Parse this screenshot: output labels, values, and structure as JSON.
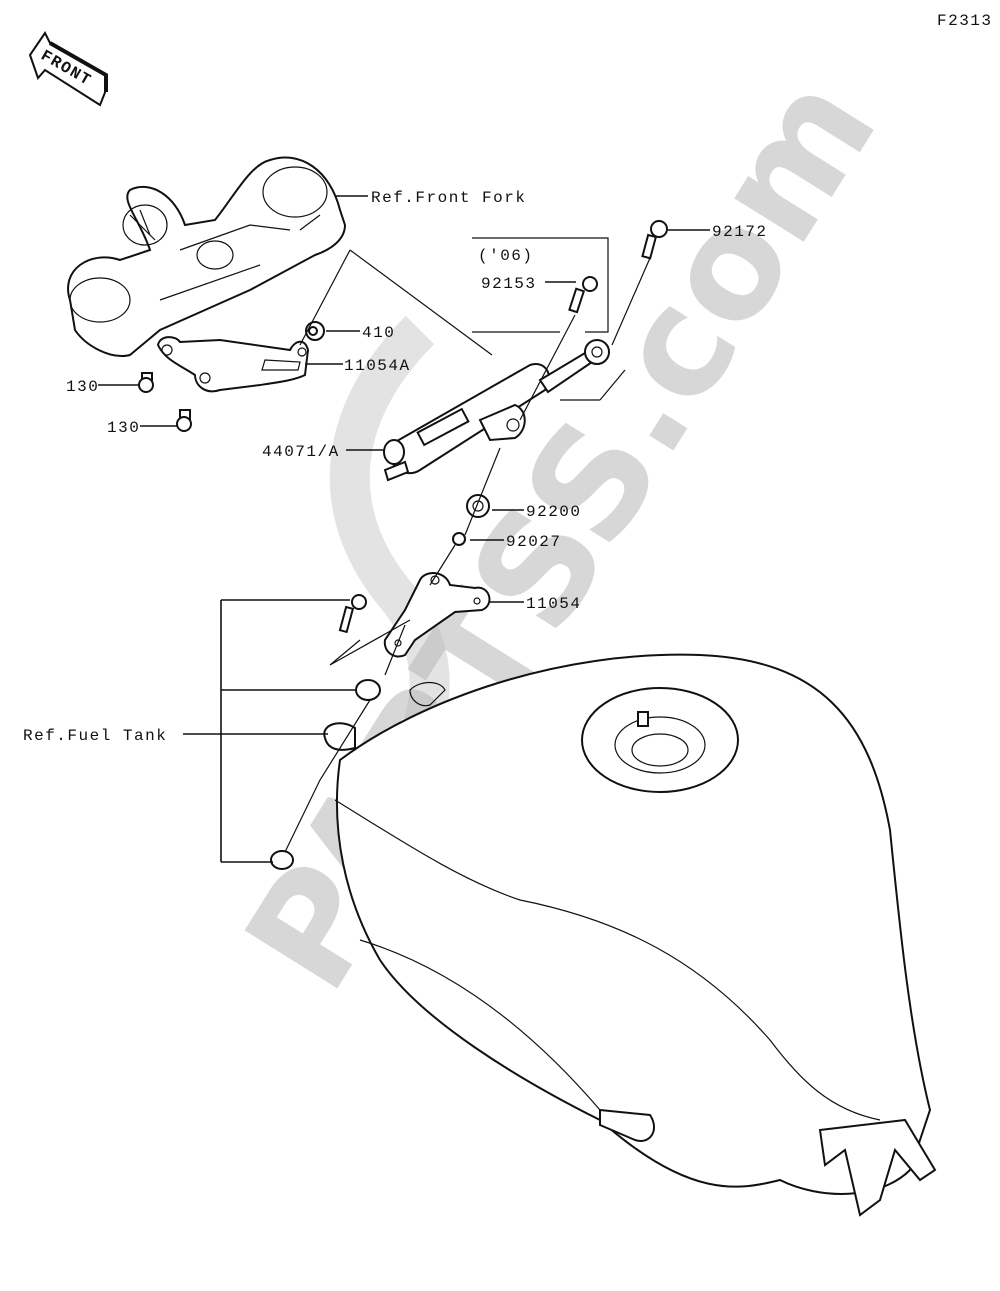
{
  "diagram_code": "F2313",
  "front_arrow": "FRONT",
  "watermark": "PARTSS.com",
  "callouts": {
    "ref_front_fork": "Ref.Front Fork",
    "p92172": "92172",
    "year_note": "('06)",
    "p92153": "92153",
    "p410": "410",
    "p11054A": "11054A",
    "p130a": "130",
    "p130b": "130",
    "p44071A": "44071/A",
    "p92200": "92200",
    "p92027": "92027",
    "p11054": "11054",
    "ref_fuel_tank": "Ref.Fuel Tank"
  }
}
